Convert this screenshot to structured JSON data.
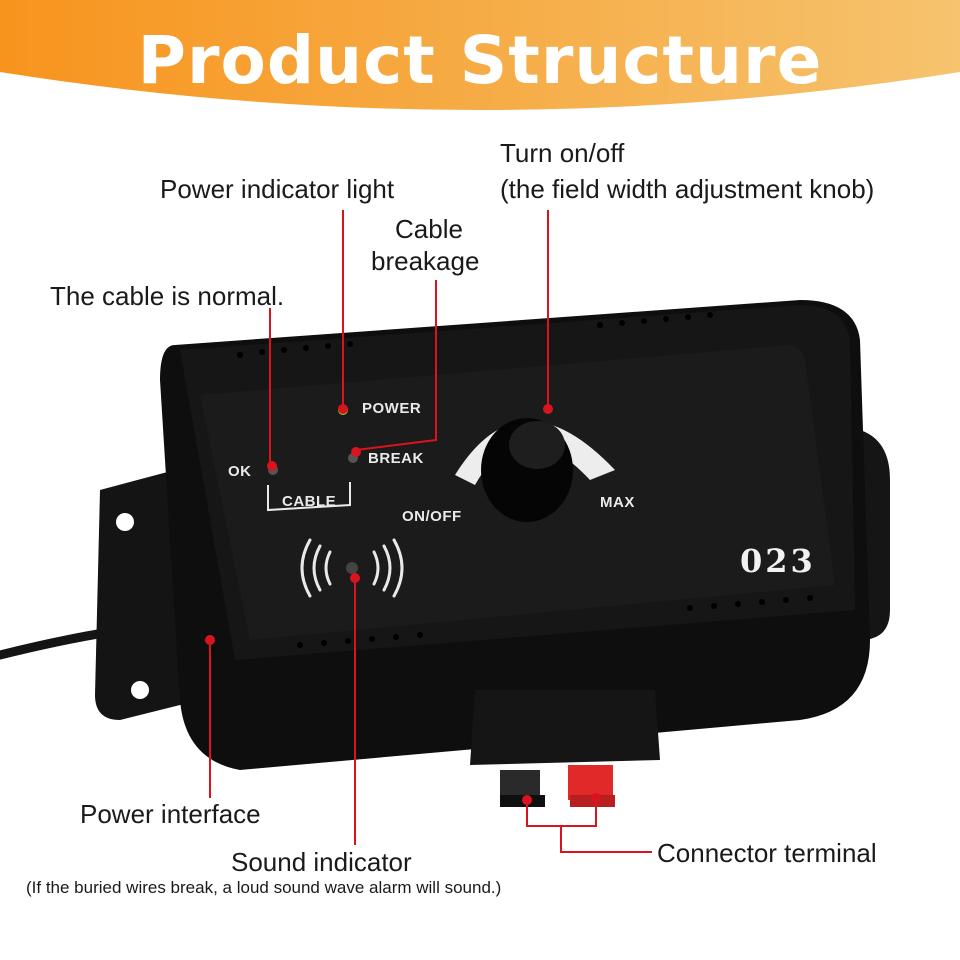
{
  "header": {
    "title": "Product Structure"
  },
  "callouts": {
    "power_light": "Power indicator light",
    "turn_onoff_line1": "Turn on/off",
    "turn_onoff_line2": "(the field width adjustment knob)",
    "cable_breakage_line1": "Cable",
    "cable_breakage_line2": "breakage",
    "cable_normal": "The cable is normal.",
    "power_interface": "Power interface",
    "sound_indicator": "Sound indicator",
    "sound_note": "(If the buried wires break, a loud sound wave alarm will sound.)",
    "connector_terminal": "Connector terminal"
  },
  "device": {
    "power_label": "POWER",
    "break_label": "BREAK",
    "ok_label": "OK",
    "cable_label": "CABLE",
    "onoff_label": "ON/OFF",
    "max_label": "MAX",
    "model": "023",
    "sound_icon": "sound-wave-icon"
  },
  "colors": {
    "banner_left": "#f7941d",
    "banner_right": "#f5c16c",
    "leader_line": "#d9141e",
    "device_body": "#0e0e0e"
  }
}
